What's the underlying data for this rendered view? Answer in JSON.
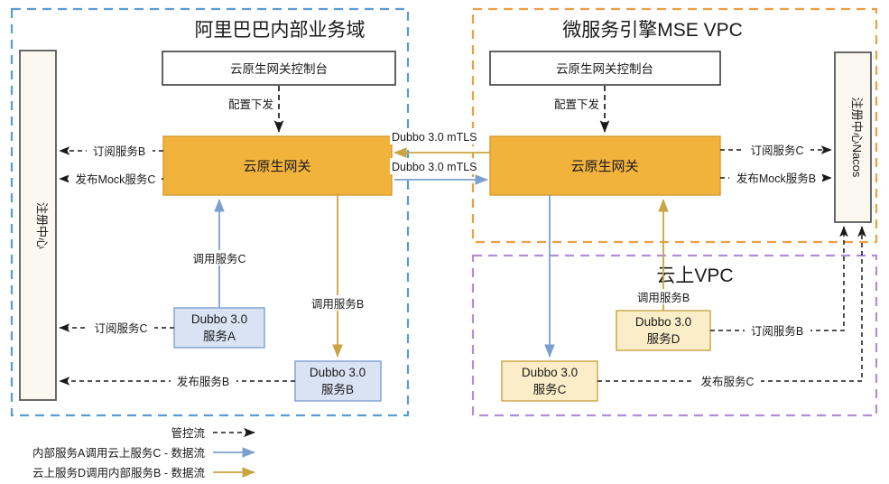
{
  "zones": {
    "left": {
      "title": "阿里巴巴内部业务域",
      "border_color": "#5b9bd5",
      "style": "dashed"
    },
    "mse": {
      "title": "微服务引擎MSE VPC",
      "border_color": "#ed9f44",
      "style": "dashed"
    },
    "cloud": {
      "title": "云上VPC",
      "border_color": "#b08fd8",
      "style": "dashed"
    }
  },
  "registries": {
    "left": {
      "label": "注册中心",
      "fill": "#faf8ef",
      "stroke": "#595959"
    },
    "right": {
      "label": "注册中心Nacos",
      "fill": "#faf8ef",
      "stroke": "#595959"
    }
  },
  "consoles": {
    "left": {
      "label": "云原生网关控制台",
      "fill": "#ffffff",
      "stroke": "#3b3b3b"
    },
    "right": {
      "label": "云原生网关控制台",
      "fill": "#ffffff",
      "stroke": "#3b3b3b"
    }
  },
  "gateways": {
    "left": {
      "label": "云原生网关",
      "fill": "#f2b33d",
      "stroke": "#d99a2b"
    },
    "right": {
      "label": "云原生网关",
      "fill": "#f2b33d",
      "stroke": "#d99a2b"
    }
  },
  "services": {
    "a": {
      "line1": "Dubbo 3.0",
      "line2": "服务A",
      "fill": "#dae3f3",
      "stroke": "#7ba0cf"
    },
    "b": {
      "line1": "Dubbo 3.0",
      "line2": "服务B",
      "fill": "#dae3f3",
      "stroke": "#7ba0cf"
    },
    "c": {
      "line1": "Dubbo 3.0",
      "line2": "服务C",
      "fill": "#fbedc8",
      "stroke": "#c9a441"
    },
    "d": {
      "line1": "Dubbo 3.0",
      "line2": "服务D",
      "fill": "#fbedc8",
      "stroke": "#c9a441"
    }
  },
  "edges": {
    "config_push_left": "配置下发",
    "config_push_right": "配置下发",
    "subscribe_b_left": "订阅服务B",
    "publish_mock_c_left": "发布Mock服务C",
    "subscribe_c_left": "订阅服务C",
    "publish_b_left": "发布服务B",
    "call_service_c": "调用服务C",
    "call_service_b_left": "调用服务B",
    "mtls_top": "Dubbo 3.0 mTLS",
    "mtls_bottom": "Dubbo 3.0 mTLS",
    "subscribe_c_right": "订阅服务C",
    "publish_mock_b_right": "发布Mock服务B",
    "call_service_b_right": "调用服务B",
    "subscribe_b_right": "订阅服务B",
    "publish_c_right": "发布服务C"
  },
  "legend": {
    "items": [
      {
        "label": "管控流",
        "kind": "dashed",
        "color": "#1a1a1a"
      },
      {
        "label": "内部服务A调用云上服务C - 数据流",
        "kind": "solid",
        "color": "#7ba0cf"
      },
      {
        "label": "云上服务D调用内部服务B - 数据流",
        "kind": "solid",
        "color": "#c9a441"
      }
    ]
  },
  "colors": {
    "control_flow": "#1a1a1a",
    "data_flow_blue": "#7ba0cf",
    "data_flow_gold": "#c9a441"
  }
}
